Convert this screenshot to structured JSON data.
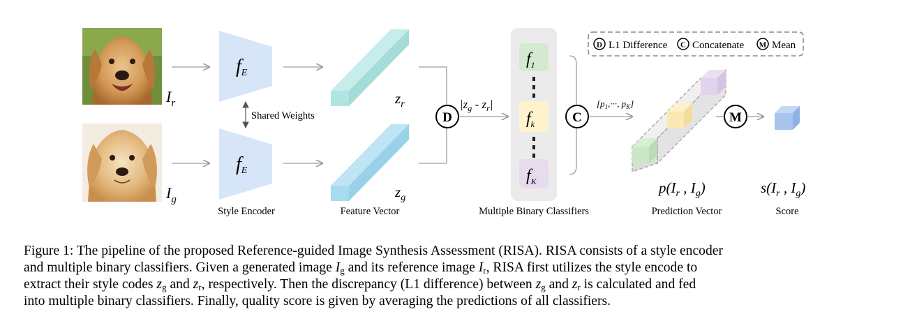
{
  "figure": {
    "labels": {
      "ir_base": "I",
      "ir_sub": "r",
      "ig_base": "I",
      "ig_sub": "g",
      "encoder_symbol": "f",
      "encoder_sub": "E",
      "shared_weights": "Shared Weights",
      "zr_base": "z",
      "zr_sub": "r",
      "zg_base": "z",
      "zg_sub": "g",
      "diff": "|z",
      "diff_sub_g": "g",
      "diff_mid": " - z",
      "diff_sub_r": "r",
      "diff_end": "|",
      "clf_symbol": "f",
      "clf1_sub": "1",
      "clfk_sub": "k",
      "clfK_sub": "K",
      "pred_list_open": "[p",
      "pred_list_sub1": "1",
      "pred_list_mid": ",···, p",
      "pred_list_subK": "K",
      "pred_list_close": "]",
      "p_open": "p(I",
      "p_sub_r": "r",
      "p_comma": " , I",
      "p_sub_g": "g",
      "p_close": ")",
      "s_open": "s(I",
      "s_sub_r": "r",
      "s_comma": " , I",
      "s_sub_g": "g",
      "s_close": ")"
    },
    "ops": {
      "diff": "D",
      "concat": "C",
      "mean": "M"
    },
    "legend": [
      {
        "symbol": "D",
        "text": "L1 Difference"
      },
      {
        "symbol": "C",
        "text": "Concatenate"
      },
      {
        "symbol": "M",
        "text": "Mean"
      }
    ],
    "section_labels": {
      "style_encoder": "Style Encoder",
      "feature_vector": "Feature Vector",
      "classifiers": "Multiple Binary Classifiers",
      "prediction_vector": "Prediction Vector",
      "score": "Score"
    },
    "images": {
      "reference": "golden retriever photo (reference)",
      "generated": "golden retriever photo (generated)"
    },
    "colors": {
      "encoder": "#d6e5f7",
      "feature_r": "#b2e4e2",
      "feature_g": "#a8dbef",
      "clf_panel": "#ebebeb",
      "clf1": "#d4ead0",
      "clfk": "#fff3cd",
      "clfK": "#e7dbee",
      "score_cube": "#a8c3ec",
      "arrow": "#9e9e9e"
    }
  },
  "caption": {
    "figure_label": "Figure 1:",
    "l1_text": " The pipeline of the proposed Reference-guided Image Synthesis Assessment (RISA). RISA consists of a style encoder",
    "l2_a": "and multiple binary classifiers. Given a generated image ",
    "l2_Ig": "I",
    "l2_Ig_sub": "g",
    "l2_b": " and its reference image ",
    "l2_Ir": "I",
    "l2_Ir_sub": "r",
    "l2_c": ", RISA first utilizes the style encode to",
    "l3_a": "extract their style codes ",
    "l3_zg": "z",
    "l3_zg_sub": "g",
    "l3_b": " and ",
    "l3_zr": "z",
    "l3_zr_sub": "r",
    "l3_c": ", respectively. Then the discrepancy (L1 difference) between ",
    "l3_zg2": "z",
    "l3_zg2_sub": "g",
    "l3_d": " and ",
    "l3_zr2": "z",
    "l3_zr2_sub": "r",
    "l3_e": " is calculated and fed",
    "l4": "into multiple binary classifiers. Finally, quality score is given by averaging the predictions of all classifiers."
  }
}
